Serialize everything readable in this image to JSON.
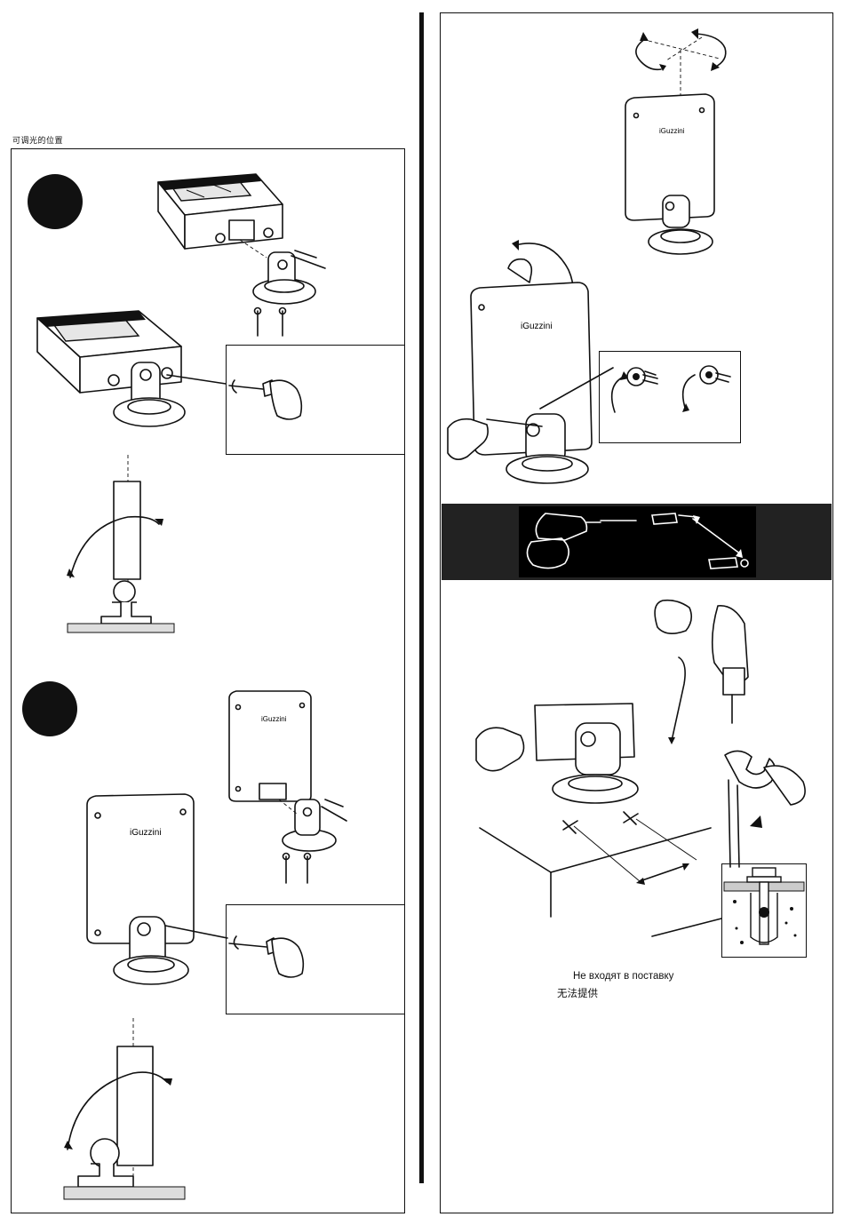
{
  "header": {
    "section_label": "可调光的位置"
  },
  "right_panel": {
    "note_ru": "Не входят в поставку",
    "note_zh": "无法提供"
  },
  "brand_mark": "iGuzzini",
  "icons": [
    "rotation-arrow-icon",
    "screw-icon",
    "hex-key-icon",
    "drill-icon",
    "wrench-icon",
    "wall-plug-icon"
  ]
}
